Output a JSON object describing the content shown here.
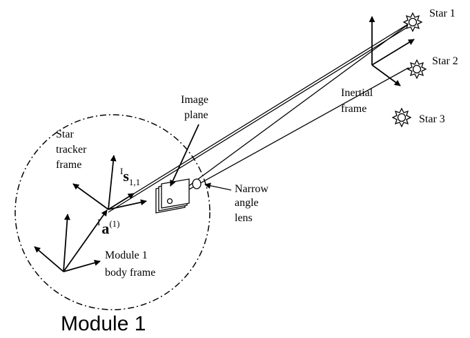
{
  "stars": {
    "star1": "Star 1",
    "star2": "Star 2",
    "star3": "Star 3"
  },
  "inertial_frame": {
    "line1": "Inertial",
    "line2": "frame"
  },
  "image_plane": {
    "line1": "Image",
    "line2": "plane"
  },
  "star_tracker_frame": {
    "line1": "Star",
    "line2": "tracker",
    "line3": "frame"
  },
  "lens": {
    "line1": "Narrow",
    "line2": "angle",
    "line3": "lens"
  },
  "body_frame": {
    "line1": "Module 1",
    "line2": "body frame"
  },
  "vector_s": {
    "prefix": "I",
    "symbol": "s",
    "subscript": "1,1"
  },
  "vector_a": {
    "prefix": "I",
    "symbol": "a",
    "superscript": "(1)"
  },
  "module_title": "Module 1"
}
